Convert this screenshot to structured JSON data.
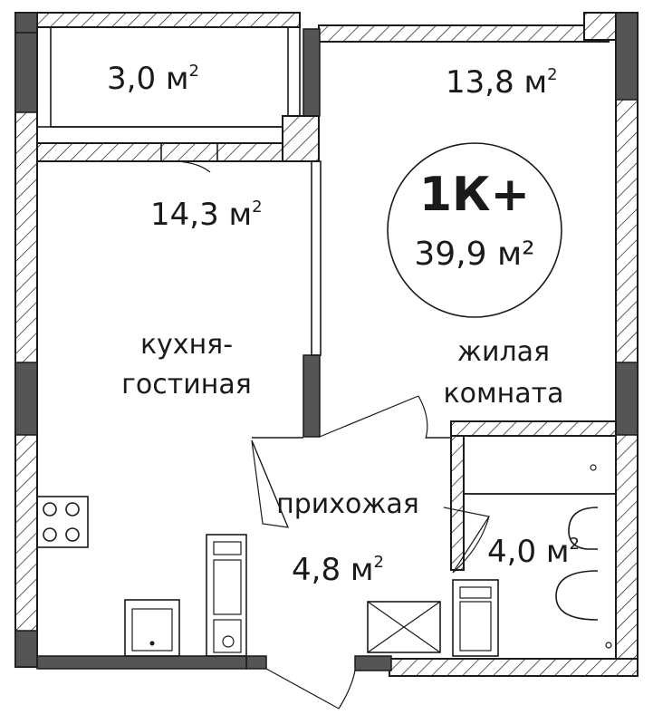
{
  "summary": {
    "type": "1К+",
    "total_area": "39,9 м²"
  },
  "rooms": {
    "balcony": {
      "area_num": "3,0 м",
      "area_sup": "2"
    },
    "kitchen": {
      "area_num": "14,3 м",
      "area_sup": "2",
      "name_line1": "кухня-",
      "name_line2": "гостиная"
    },
    "living": {
      "area_num": "13,8 м",
      "area_sup": "2",
      "name_line1": "жилая",
      "name_line2": "комната"
    },
    "hallway": {
      "area_num": "4,8 м",
      "area_sup": "2",
      "name": "прихожая"
    },
    "bathroom": {
      "area_num": "4,0 м",
      "area_sup": "2"
    }
  }
}
